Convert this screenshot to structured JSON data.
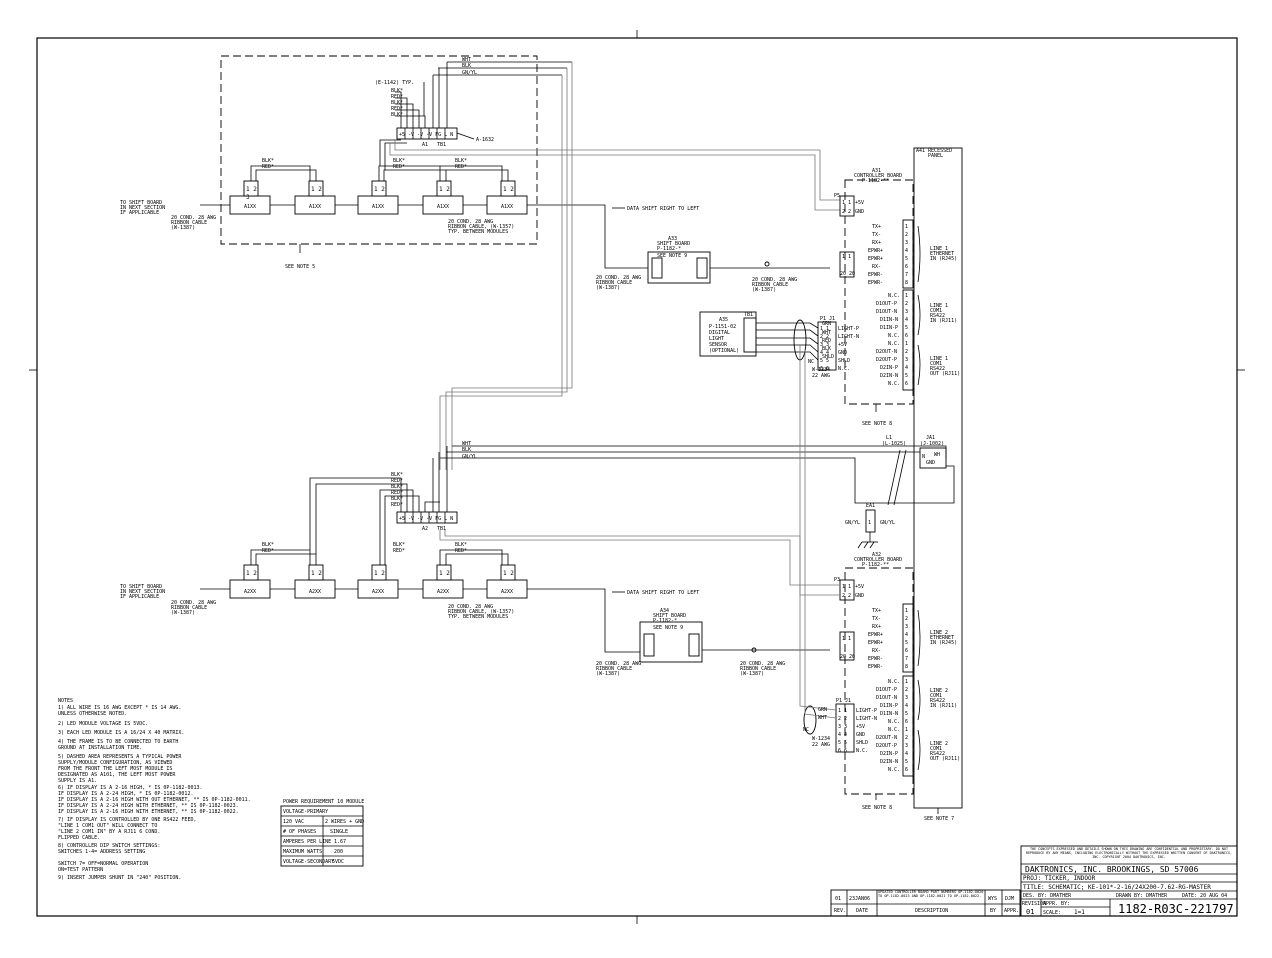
{
  "notes": {
    "title": "NOTES",
    "lines": [
      "1) ALL WIRE IS 16 AWG EXCEPT * IS 14 AWG.",
      "   UNLESS OTHERWISE NOTED.",
      "2) LED MODULE VOLTAGE IS 5VDC.",
      "3) EACH LED MODULE IS A 16/24 X 40 MATRIX.",
      "4) THE FRAME IS TO BE CONNECTED TO EARTH",
      "   GROUND AT INSTALLATION TIME.",
      "5) DASHED AREA REPRESENTS A TYPICAL POWER",
      "   SUPPLY/MODULE CONFIGURATION, AS VIEWED",
      "   FROM THE FRONT THE LEFT MOST MODULE IS",
      "   DESIGNATED AS A101, THE LEFT MOST POWER",
      "   SUPPLY IS A1.",
      "6) IF DISPLAY IS A 2-16 HIGH, * IS 0P-1182-0013.",
      "   IF DISPLAY IS A 2-24 HIGH, * IS 0P-1182-0012.",
      "   IF DISPLAY IS A 2-16 HIGH WITH OUT ETHERNET, ** IS 0P-1182-0011.",
      "   IF DISPLAY IS A 2-24 HIGH WITH ETHERNET, ** IS 0P-1182-0023.",
      "   IF DISPLAY IS A 2-16 HIGH WITH ETHERNET, ** IS 0P-1182-0022.",
      "7) IF DISPLAY IS CONTROLLED BY ONE RS422 FEED,",
      "   \"LINE 1 COM1 OUT\" WILL CONNECT TO",
      "   \"LINE 2 COM1 IN\" BY A RJ11 6 COND.",
      "   FLIPPED CABLE.",
      "8) CONTROLLER DIP SWITCH SETTINGS:",
      "   SWITCHES 1-4= ADDRESS SETTING",
      "",
      "   SWITCH 7=      OFF=NORMAL OPERATION",
      "                  ON=TEST PATTERN",
      "9) INSERT JUMPER SHUNT IN \"240\" POSITION."
    ]
  },
  "power_table": {
    "title": "POWER REQUIREMENT   10 MODULE",
    "rows": [
      [
        "VOLTAGE-PRIMARY",
        ""
      ],
      [
        "120 VAC",
        "2 WIRES + GND"
      ],
      [
        "# OF PHASES",
        "SINGLE"
      ],
      [
        "AMPERES PER LINE",
        "1.67"
      ],
      [
        "MAXIMUM WATTS",
        "200"
      ],
      [
        "VOLTAGE-SECONDARY",
        "5VDC"
      ]
    ]
  },
  "revision_block": {
    "rev": "01",
    "date": "23JAN06",
    "description": "UPDATED CONTROLLER BOARD PART NUMBERS OP-1182-0020 TO OP-1182-0023 AND OP-1182-0021 TO OP-1182-0022.",
    "by": "WYS",
    "appr": "DJM",
    "headers": [
      "REV.",
      "DATE",
      "DESCRIPTION",
      "BY",
      "APPR."
    ]
  },
  "title_block": {
    "disclaimer": "THE CONCEPTS EXPRESSED AND DETAILS SHOWN ON THIS DRAWING ARE CONFIDENTIAL AND PROPRIETARY. DO NOT REPRODUCE BY ANY MEANS, INCLUDING ELECTRONICALLY WITHOUT THE EXPRESSED WRITTEN CONSENT OF DAKTRONICS, INC.   COPYRIGHT 2004 DAKTRONICS, INC.",
    "company": "DAKTRONICS, INC.   BROOKINGS, SD 57006",
    "proj": "PROJ: TICKER, INDOOR",
    "title": "TITLE: SCHEMATIC; KE-101*-2-16/24X200-7.62-RG-MASTER",
    "des_by": "DES. BY: DMATHER",
    "drawn_by": "DRAWN BY: DMATHER",
    "date": "DATE: 20 AUG 04",
    "revision_label": "REVISION",
    "revision": "01",
    "appr_by": "APPR. BY:",
    "scale_label": "SCALE:",
    "scale": "1=1",
    "drawing_number": "1182-R03C-221797"
  },
  "labels": {
    "to_shift_1": [
      "TO SHIFT BOARD",
      "IN NEXT SECTION",
      "IF APPLICABLE"
    ],
    "ribbon_20": [
      "20 COND. 28 AWG",
      "RIBBON CABLE",
      "(W-1387)"
    ],
    "ribbon_mods": [
      "20 COND. 28 AWG",
      "RIBBON CABLE, (W-1357)",
      "TYP. BETWEEN MODULES"
    ],
    "data_shift": "DATA SHIFT RIGHT TO LEFT",
    "see_note_5": "SEE NOTE 5",
    "see_note_8": "SEE NOTE 8",
    "see_note_7": "SEE NOTE 7",
    "see_note_9": "SEE NOTE 9",
    "e1142": "(E-1142) TYP.",
    "a1632": "A-1632",
    "wht": "WHT",
    "blk": "BLK",
    "gnyl": "GN/YL",
    "blkstar": "BLK*",
    "redstar": "RED*",
    "a41": [
      "A41 RECESSED",
      "PANEL"
    ],
    "a31": [
      "A31",
      "CONTROLLER BOARD",
      "P-1182-**"
    ],
    "a32": [
      "A32",
      "CONTROLLER BOARD",
      "P-1182-**"
    ],
    "a33": [
      "A33",
      "SHIFT BOARD",
      "P-1182-*"
    ],
    "a34": [
      "A34",
      "SHIFT BOARD",
      "P-1182-*"
    ],
    "a35": [
      "A35",
      "P-1151-02",
      "DIGITAL",
      "LIGHT",
      "SENSOR",
      "(OPTIONAL)"
    ],
    "w1234": [
      "W-1234",
      "22 AWG"
    ],
    "l1": [
      "L1",
      "(L-1025)"
    ],
    "ja1": [
      "JA1",
      "(J-1002)"
    ],
    "ea1": "EA1",
    "a1": "A1",
    "a2": "A2",
    "tb1": "TB1",
    "p5_pins": [
      "+5V",
      "GND"
    ],
    "j5_pins": [
      "TX+",
      "TX-",
      "RX+",
      "EPWR+",
      "EPWR+",
      "RX-",
      "EPWR-",
      "EPWR-"
    ],
    "j4_pins": [
      "N.C.",
      "D1OUT-P",
      "D1OUT-N",
      "D1IN-N",
      "D1IN-P",
      "N.C.",
      "D2OUT-N",
      "D2OUT-P",
      "D2IN-P",
      "D2IN-N",
      "N.C.",
      "N.C."
    ],
    "p1_pins": [
      "LIGHT-P",
      "LIGHT-N",
      "+5V",
      "GND",
      "SHLD",
      "N.C."
    ],
    "line1_eth": [
      "LINE 1",
      "ETHERNET",
      "IN (RJ45)"
    ],
    "line1_in": [
      "LINE 1",
      "COM1",
      "RS422",
      "IN (RJ11)"
    ],
    "line1_out": [
      "LINE 1",
      "COM1",
      "RS422",
      "OUT (RJ11)"
    ],
    "line2_eth": [
      "LINE 2",
      "ETHERNET",
      "IN (RJ45)"
    ],
    "line2_in": [
      "LINE 2",
      "COM1",
      "RS422",
      "IN (RJ11)"
    ],
    "line2_out": [
      "LINE 2",
      "COM1",
      "RS422",
      "OUT (RJ11)"
    ],
    "sensor_wires": [
      "GRN",
      "WHT",
      "RED",
      "BLK",
      "SHLD"
    ],
    "module_a1": "A1XX",
    "module_a2": "A2XX",
    "tb_terms": [
      "+5",
      "-V",
      "-V",
      "-V",
      "FG",
      "L",
      "N"
    ]
  }
}
